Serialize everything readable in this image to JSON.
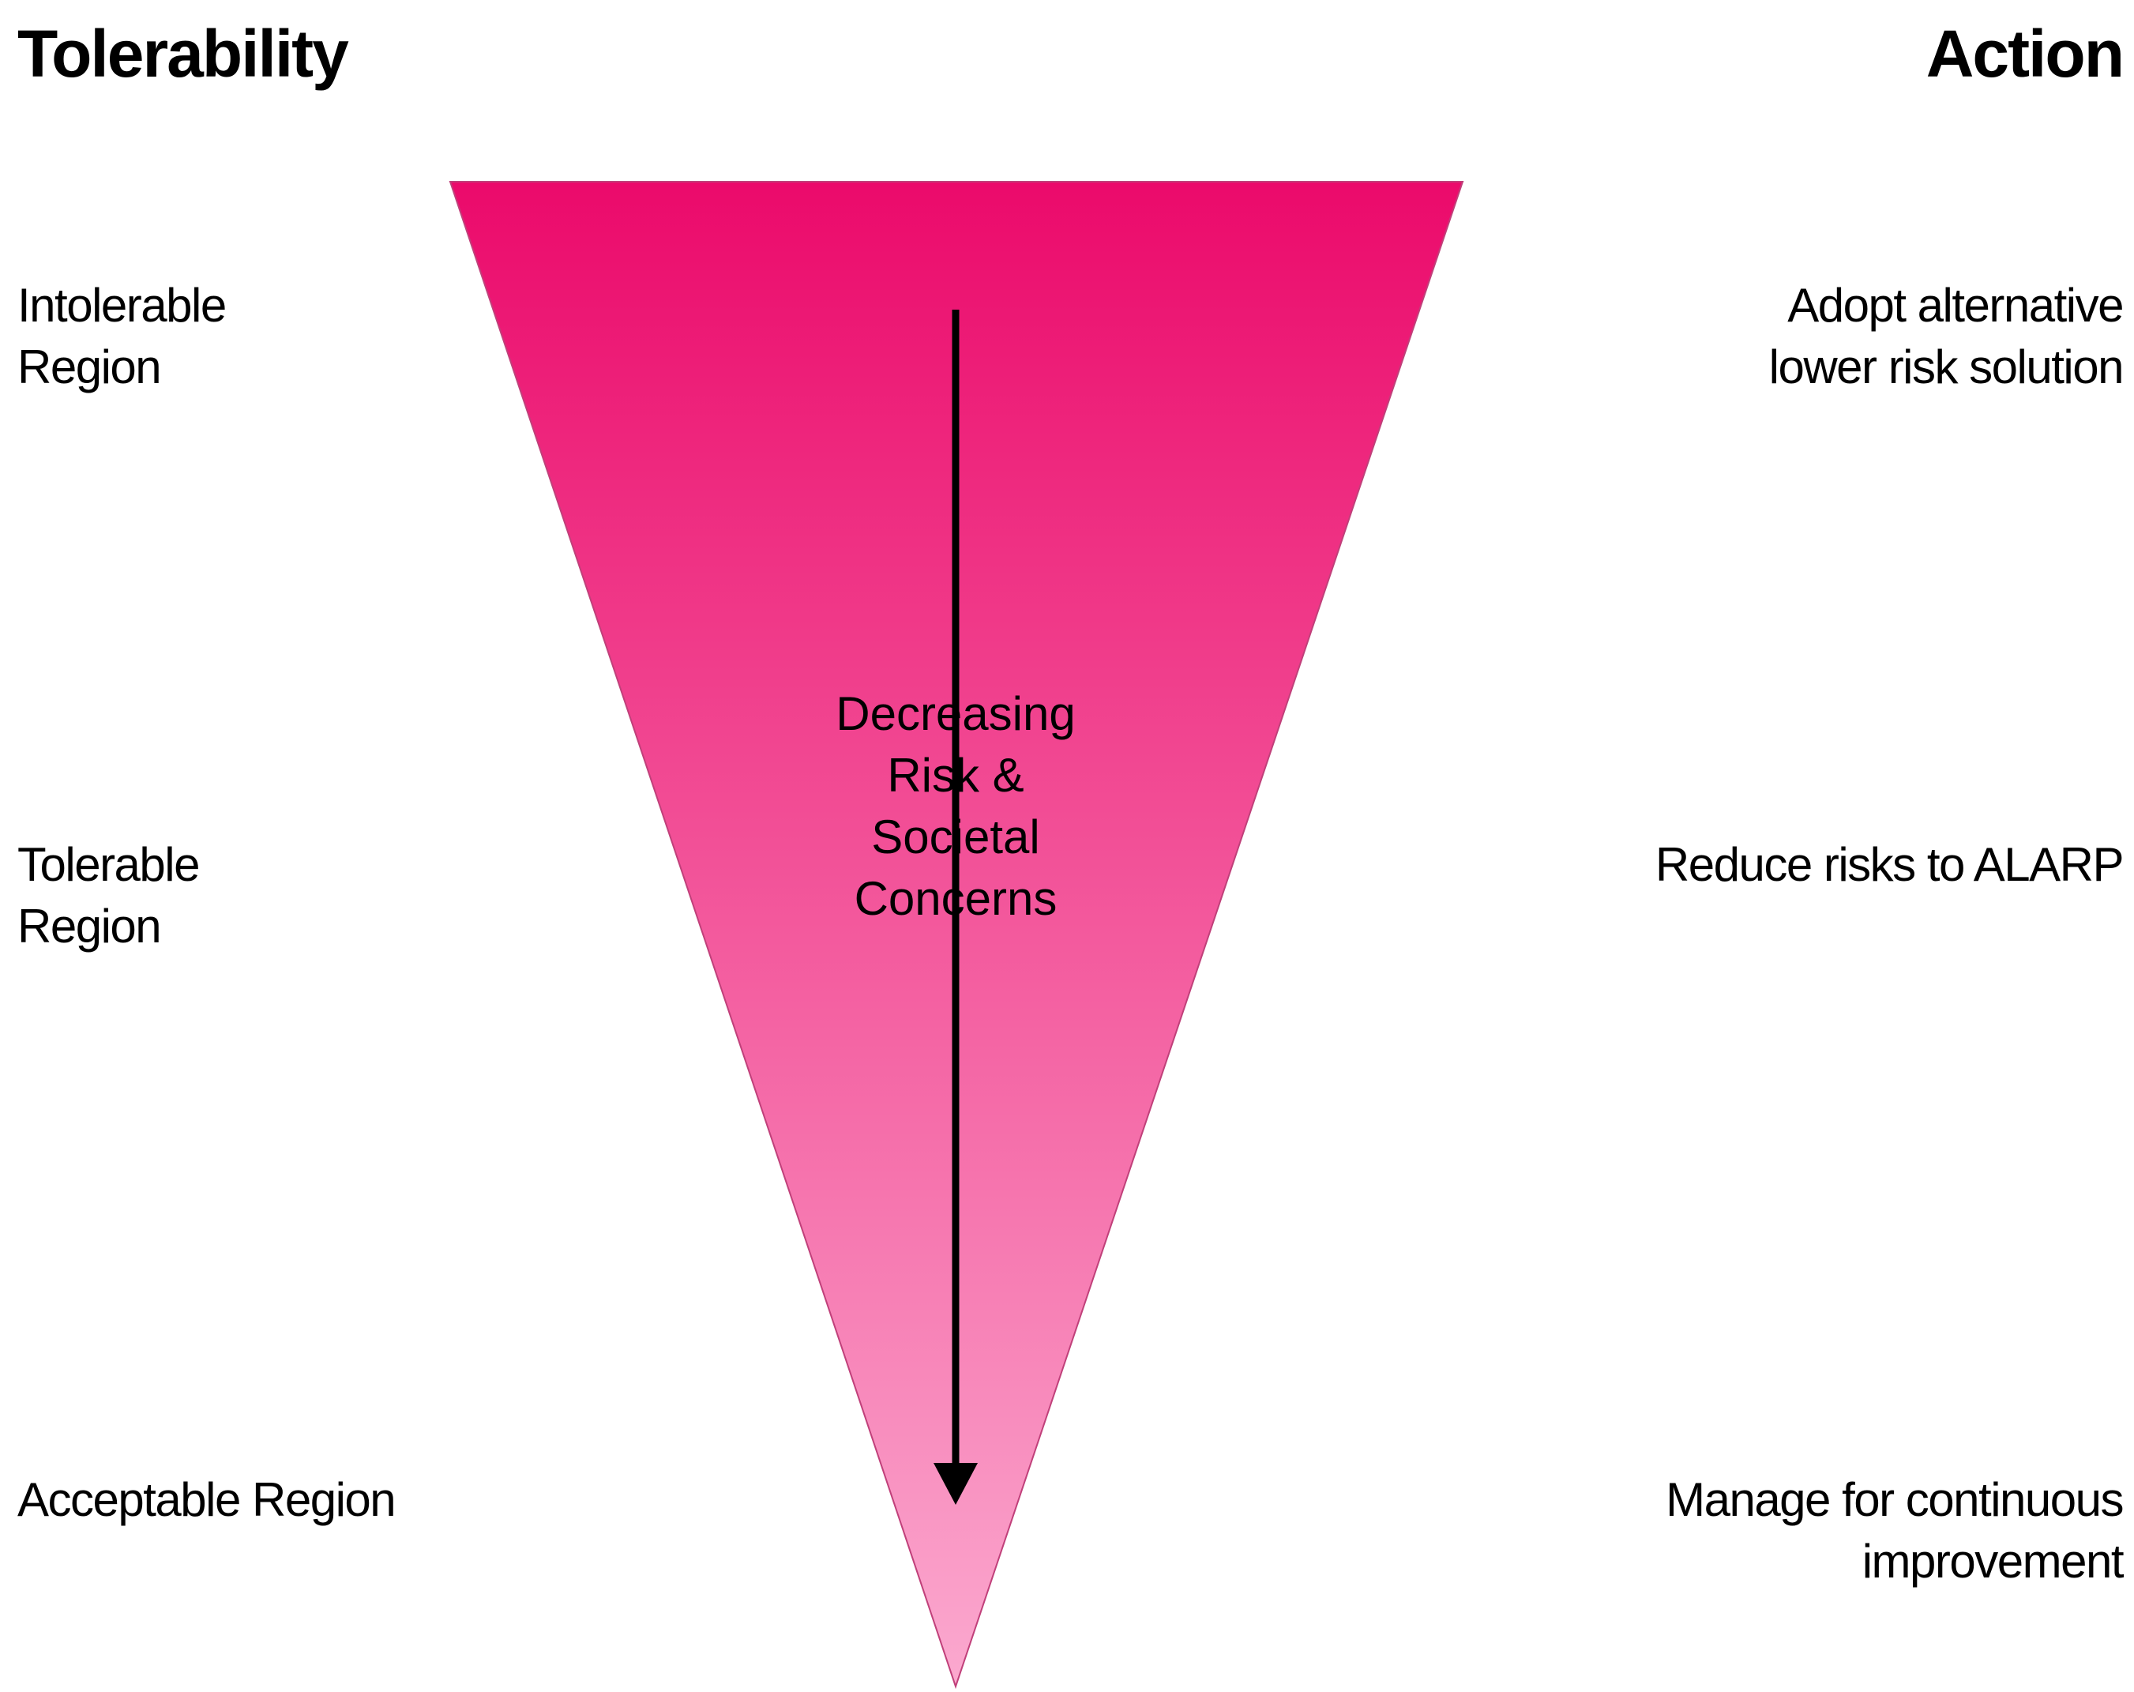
{
  "headings": {
    "left": "Tolerability",
    "right": "Action"
  },
  "tolerability": [
    {
      "line1": "Intolerable",
      "line2": "Region"
    },
    {
      "line1": "Tolerable",
      "line2": "Region"
    },
    {
      "line1": "Acceptable Region",
      "line2": ""
    }
  ],
  "actions": [
    {
      "line1": "Adopt alternative",
      "line2": "lower risk solution"
    },
    {
      "line1": "Reduce risks to ALARP",
      "line2": ""
    },
    {
      "line1": "Manage for continuous",
      "line2": "improvement"
    }
  ],
  "center_label": [
    "Decreasing",
    "Risk &",
    "Societal",
    "Concerns"
  ],
  "colors": {
    "triangle_top": "#eb0a6b",
    "triangle_bottom": "#fba9cf",
    "arrow": "#000000"
  }
}
